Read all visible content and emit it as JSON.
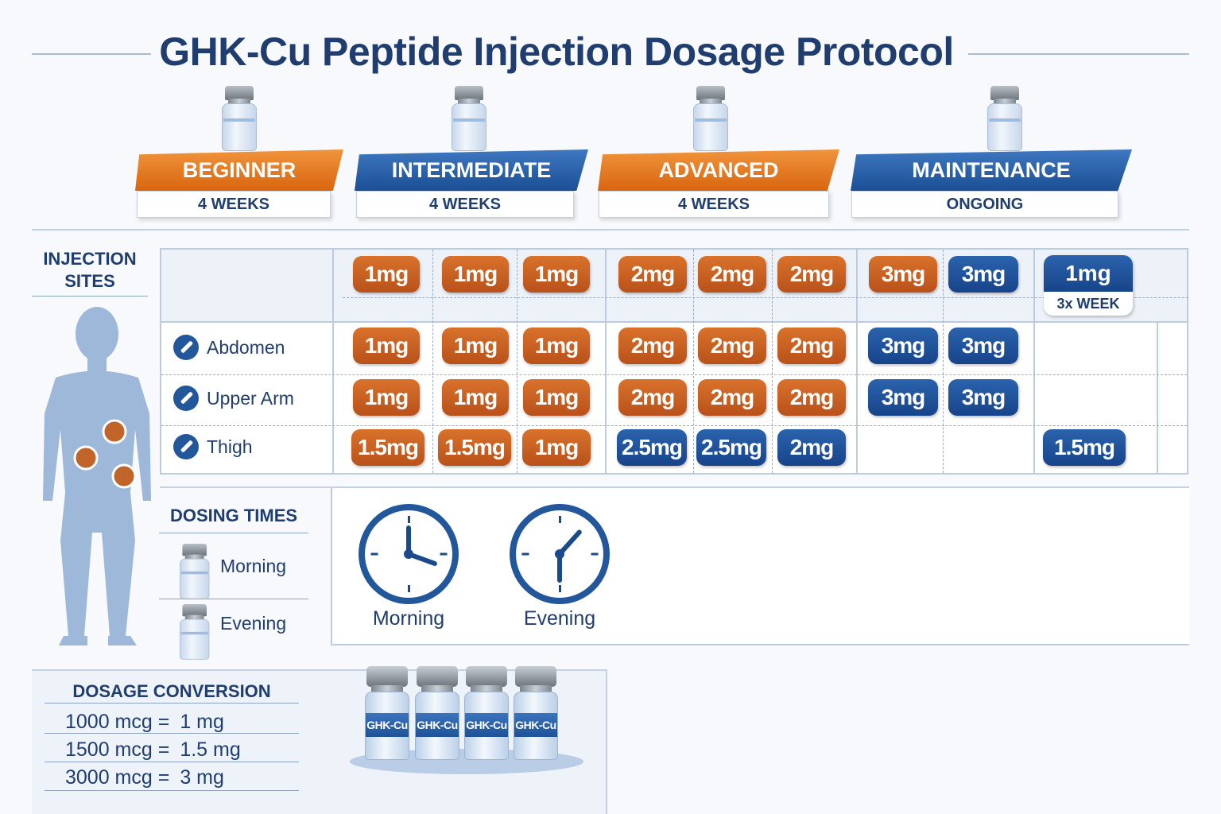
{
  "title": "GHK-Cu Peptide Injection Dosage Protocol",
  "colors": {
    "orange": "#c85f20",
    "blue": "#1f5298",
    "navy": "#1f3d6e"
  },
  "phases": [
    {
      "name": "BEGINNER",
      "duration": "4 WEEKS",
      "color": "orange"
    },
    {
      "name": "INTERMEDIATE",
      "duration": "4 WEEKS",
      "color": "blue"
    },
    {
      "name": "ADVANCED",
      "duration": "4 WEEKS",
      "color": "orange"
    },
    {
      "name": "MAINTENANCE",
      "duration": "ONGOING",
      "color": "blue"
    }
  ],
  "injection_sites_title_line1": "INJECTION",
  "injection_sites_title_line2": "SITES",
  "grid": {
    "header_row": [
      "1mg",
      "1mg",
      "1mg",
      "2mg",
      "2mg",
      "2mg",
      "3mg",
      "3mg"
    ],
    "maintenance_header": {
      "dose": "1mg",
      "frequency": "3x WEEK"
    },
    "rows": [
      {
        "site": "Abdomen",
        "doses": [
          "1mg",
          "1mg",
          "1mg",
          "2mg",
          "2mg",
          "2mg",
          "3mg",
          "3mg"
        ],
        "maintenance": ""
      },
      {
        "site": "Upper Arm",
        "doses": [
          "1mg",
          "1mg",
          "1mg",
          "2mg",
          "2mg",
          "2mg",
          "3mg",
          "3mg"
        ],
        "maintenance": ""
      },
      {
        "site": "Thigh",
        "doses": [
          "1.5mg",
          "1.5mg",
          "1mg",
          "2.5mg",
          "2.5mg",
          "2mg",
          "",
          ""
        ],
        "maintenance": "1.5mg"
      }
    ]
  },
  "dosing_times": {
    "title": "DOSING TIMES",
    "items": [
      "Morning",
      "Evening"
    ],
    "clocks": [
      {
        "label": "Morning",
        "time": "4:00"
      },
      {
        "label": "Evening",
        "time": "6:05"
      }
    ]
  },
  "dosage_conversion": {
    "title": "DOSAGE CONVERSION",
    "rows": [
      {
        "mcg": "1000 mcg",
        "mg": "1 mg"
      },
      {
        "mcg": "1500 mcg",
        "mg": "1.5 mg"
      },
      {
        "mcg": "3000 mcg",
        "mg": "3 mg"
      }
    ],
    "vial_label": "GHK-Cu",
    "equals": "="
  }
}
